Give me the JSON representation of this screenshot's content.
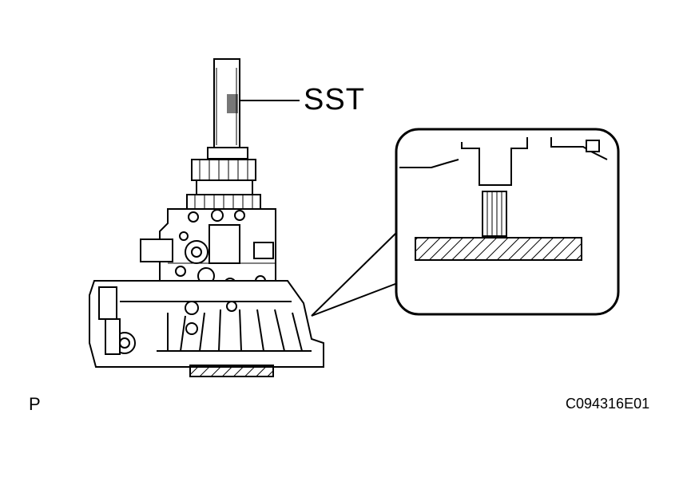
{
  "labels": {
    "tool": "SST",
    "position": "P",
    "figure_code": "C094316E01"
  },
  "colors": {
    "line": "#000000",
    "background": "#ffffff"
  }
}
